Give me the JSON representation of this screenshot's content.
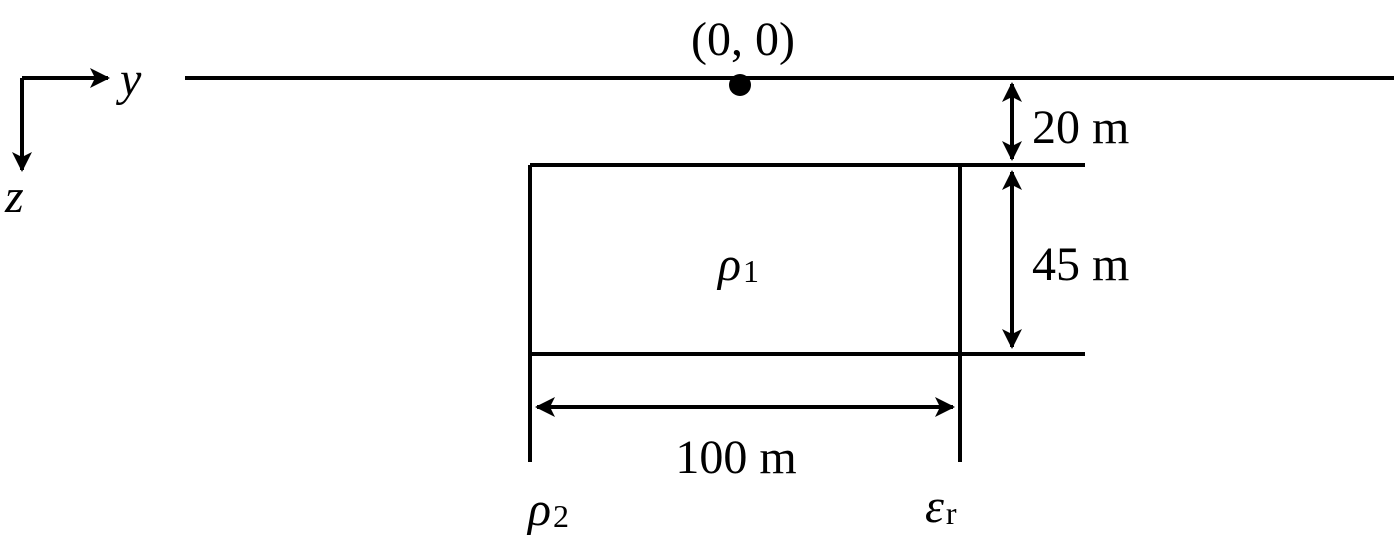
{
  "origin_label": "(0, 0)",
  "axes": {
    "y": "y",
    "z": "z"
  },
  "dimensions": {
    "depth": "20 m",
    "thickness": "45 m",
    "width": "100 m"
  },
  "symbols": {
    "rho1": {
      "base": "ρ",
      "sub": "1"
    },
    "rho2": {
      "base": "ρ",
      "sub": "2"
    },
    "eps": {
      "base": "ε",
      "sub": "r"
    }
  }
}
